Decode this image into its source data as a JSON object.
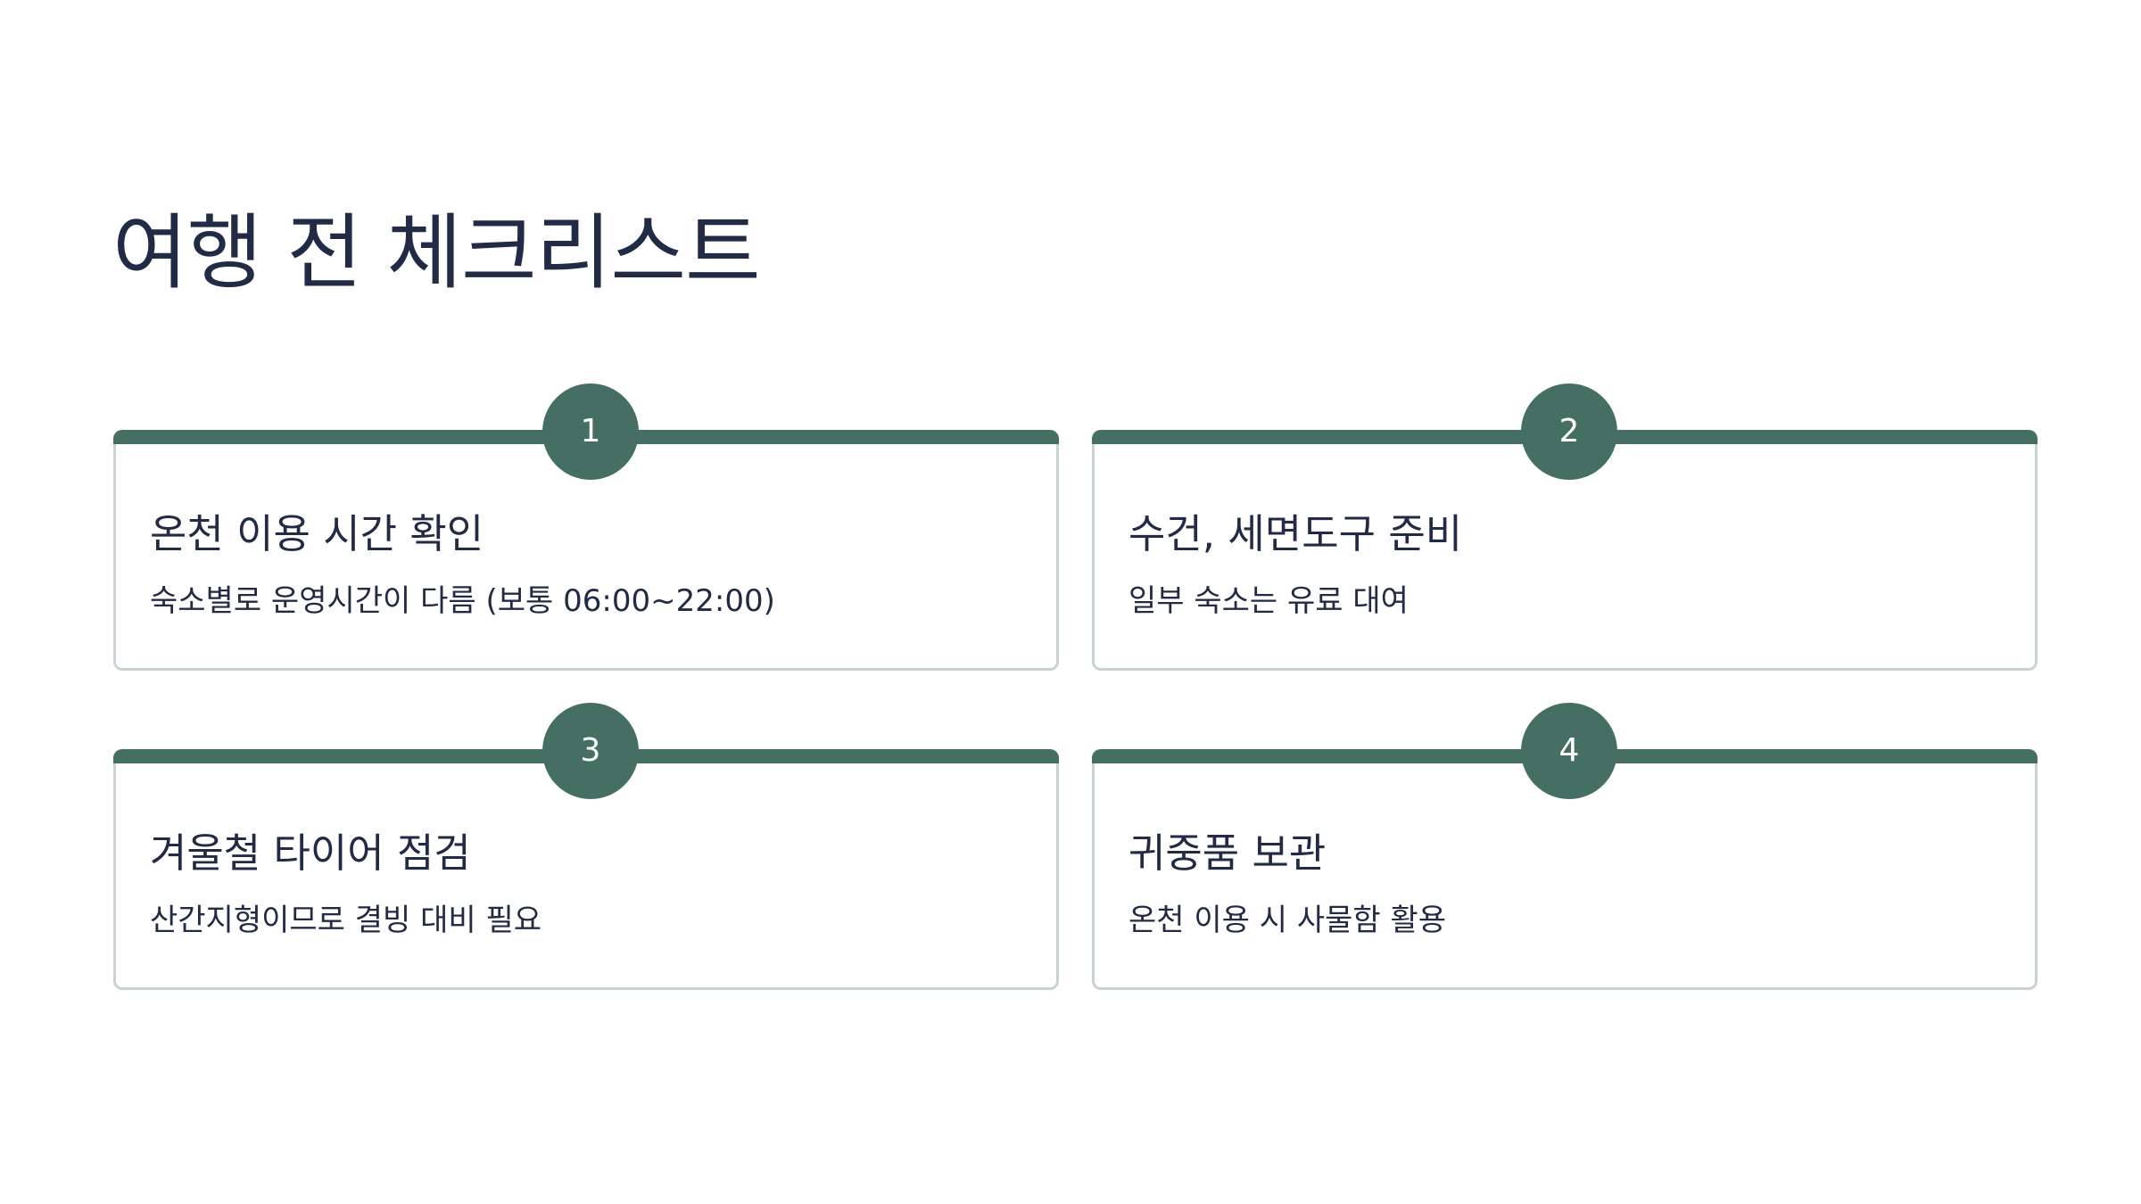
{
  "page": {
    "title": "여행 전 체크리스트"
  },
  "colors": {
    "accent": "#456f62",
    "text": "#222b45",
    "card_border": "#c9d3d0"
  },
  "cards": [
    {
      "number": "1",
      "title": "온천 이용 시간 확인",
      "description": "숙소별로 운영시간이 다름 (보통 06:00~22:00)"
    },
    {
      "number": "2",
      "title": "수건, 세면도구 준비",
      "description": "일부 숙소는 유료 대여"
    },
    {
      "number": "3",
      "title": "겨울철 타이어 점검",
      "description": "산간지형이므로 결빙 대비 필요"
    },
    {
      "number": "4",
      "title": "귀중품 보관",
      "description": "온천 이용 시 사물함 활용"
    }
  ]
}
